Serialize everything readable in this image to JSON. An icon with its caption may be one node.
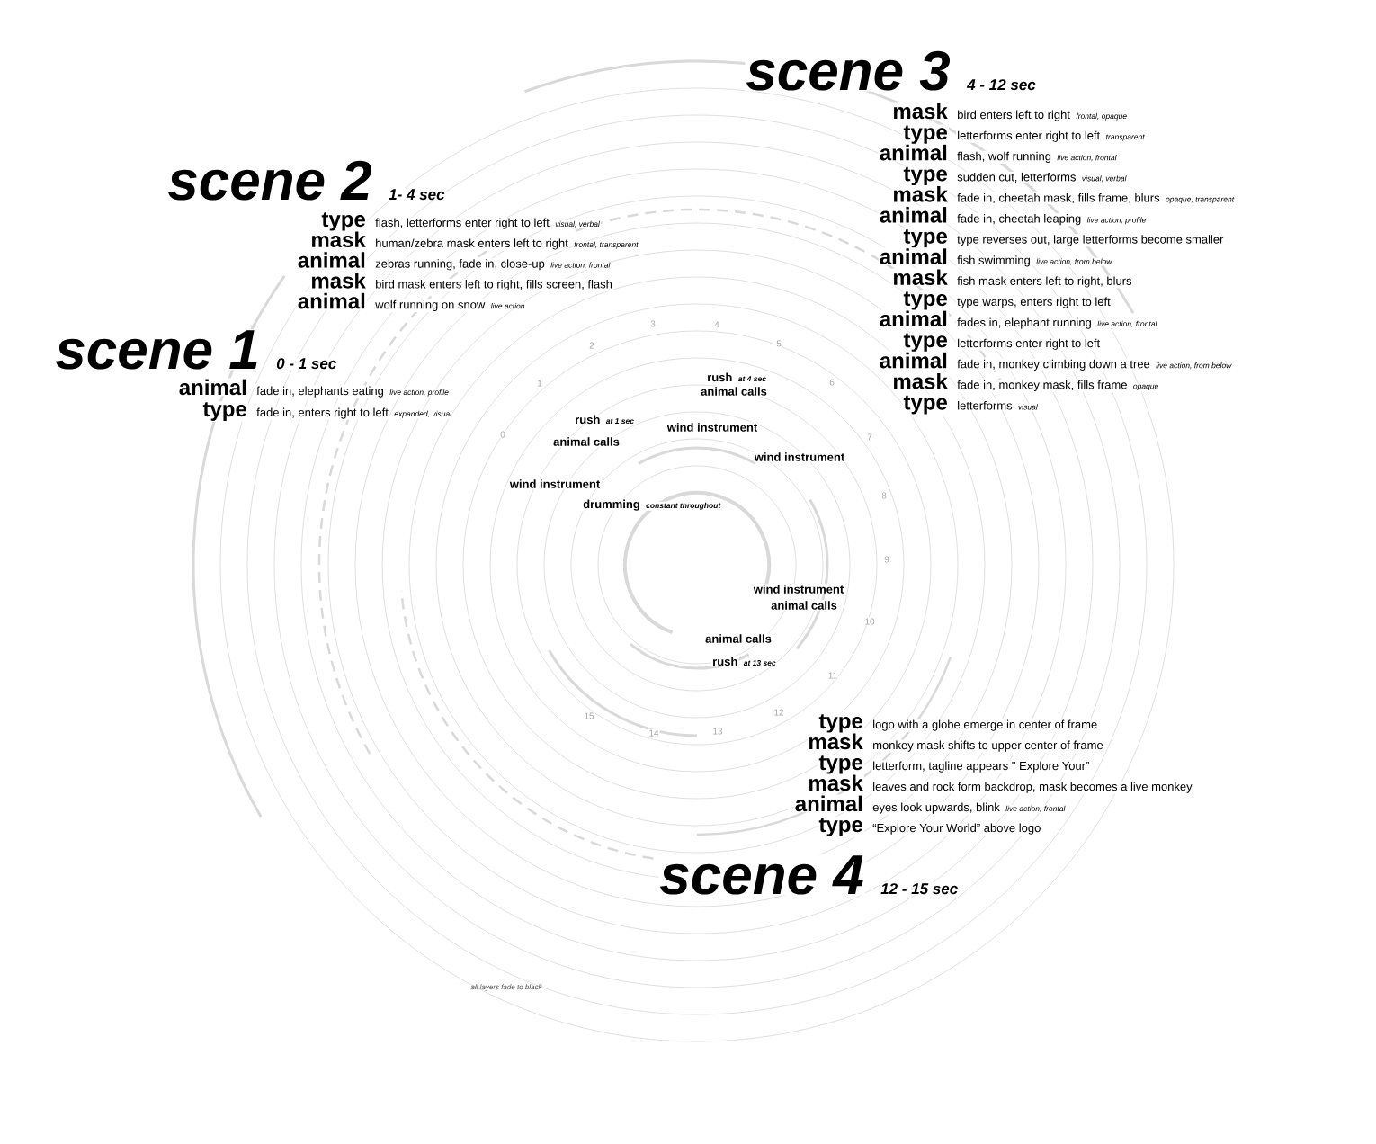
{
  "diagram": {
    "labels": [
      "scene 3",
      "4 - 12 sec",
      "mask",
      "bird enters left to right",
      "frontal, opaque",
      "type",
      "letterforms enter right to left",
      "transparent",
      "animal",
      "flash, wolf running",
      "live action, frontal",
      "type",
      "sudden cut, letterforms",
      "visual, verbal",
      "mask",
      "fade in, cheetah mask, fills frame, blurs",
      "opaque, transparent",
      "animal",
      "fade in, cheetah leaping",
      "live action, profile",
      "type",
      "type reverses out, large letterforms become smaller",
      "animal",
      "fish swimming",
      "live action, from below",
      "mask",
      "fish mask enters left to right, blurs",
      "type",
      "type warps, enters right to left",
      "animal",
      "fades in, elephant running",
      "live action, frontal",
      "type",
      "letterforms enter right to left",
      "animal",
      "fade in, monkey climbing down a tree",
      "live action, from below",
      "mask",
      "fade in, monkey mask, fills frame",
      "opaque",
      "type",
      "letterforms",
      "visual",
      "scene 2",
      "1- 4 sec",
      "type",
      "flash, letterforms enter right to left",
      "visual, verbal",
      "mask",
      "human/zebra mask enters left to right",
      "frontal, transparent",
      "animal",
      "zebras running, fade in, close-up",
      "live action, frontal",
      "mask",
      "bird mask enters left to right, fills screen, flash",
      "animal",
      "wolf running on snow",
      "live action",
      "scene 1",
      "0 - 1 sec",
      "animal",
      "fade in, elephants eating",
      "live action, profile",
      "type",
      "fade in, enters right to left",
      "expanded, visual",
      "0",
      "1",
      "2",
      "3",
      "4",
      "5",
      "6",
      "7",
      "8",
      "9",
      "10",
      "11",
      "12",
      "15",
      "14",
      "13",
      "rush",
      "at 4 sec",
      "animal calls",
      "rush",
      "at 1 sec",
      "animal calls",
      "wind instrument",
      "wind instrument",
      "wind instrument",
      "drumming",
      "constant throughout",
      "wind instrument",
      "animal calls",
      "animal calls",
      "rush",
      "at 13 sec",
      "type",
      "logo with a globe emerge in center of frame",
      "mask",
      "monkey mask shifts to upper center of frame",
      "type",
      "letterform, tagline appears \" Explore Your”",
      "mask",
      "leaves and rock form backdrop, mask becomes a live monkey",
      "animal",
      "eyes look upwards, blink",
      "live action, frontal",
      "type",
      "“Explore Your World” above logo",
      "scene 4",
      "12 - 15 sec",
      "all layers fade to black"
    ]
  }
}
